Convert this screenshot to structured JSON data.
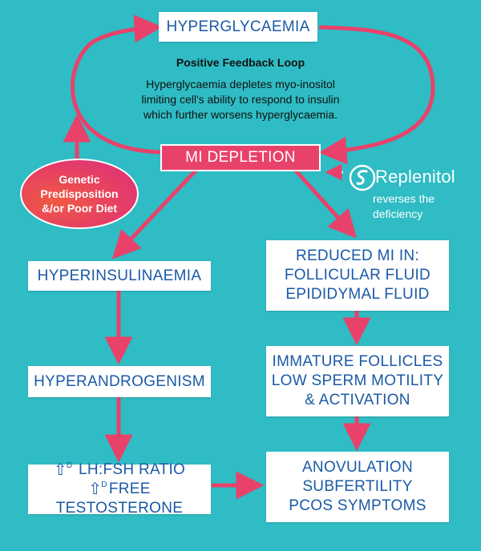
{
  "colors": {
    "background": "#2fbcc4",
    "arrow": "#e8426a",
    "box_text": "#1b5aa6",
    "box_fill": "#ffffff"
  },
  "nodes": {
    "hyperglycaemia": "HYPERGLYCAEMIA",
    "mi_depletion": "MI DEPLETION",
    "hyperinsulinaemia": "HYPERINSULINAEMIA",
    "hyperandrogenism": "HYPERANDROGENISM",
    "lh_fsh": {
      "marker": "D",
      "line1": "LH:FSH RATIO",
      "line2": "FREE TESTOSTERONE"
    },
    "reduced_mi": [
      "REDUCED MI IN:",
      "FOLLICULAR FLUID",
      "EPIDIDYMAL FLUID"
    ],
    "immature": [
      "IMMATURE FOLLICLES",
      "LOW SPERM MOTILITY",
      "& ACTIVATION"
    ],
    "anovulation": [
      "ANOVULATION",
      "SUBFERTILITY",
      "PCOS SYMPTOMS"
    ]
  },
  "loop": {
    "title": "Positive Feedback Loop",
    "lines": [
      "Hyperglycaemia depletes myo-inositol",
      "limiting cell's ability to respond to insulin",
      "which further worsens hyperglycaemia."
    ]
  },
  "cause": {
    "lines": [
      "Genetic",
      "Predisposition",
      "&/or Poor Diet"
    ]
  },
  "replenitol": {
    "brand": "Replenitol",
    "lines": [
      "reverses the",
      "deficiency"
    ],
    "logo_icon": "replenitol-logo-icon"
  },
  "icons": {
    "up_arrow": "⇧"
  }
}
